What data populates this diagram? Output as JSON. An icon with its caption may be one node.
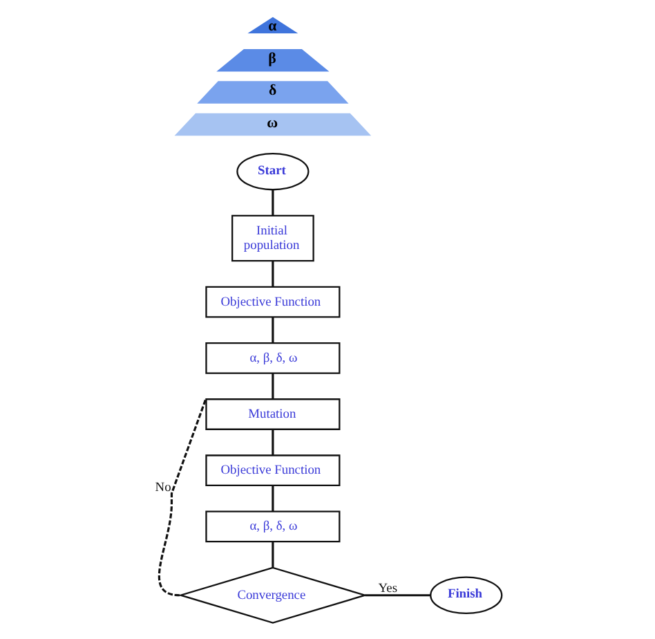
{
  "diagram": {
    "nodes": [
      {
        "text": [
          "α"
        ]
      },
      {
        "text": [
          "β"
        ]
      },
      {
        "text": [
          "δ"
        ]
      },
      {
        "text": [
          "ω"
        ]
      },
      {
        "text": [
          "Start"
        ]
      },
      {
        "text": [
          "Initial population"
        ]
      },
      {
        "text": [
          "Objective Function"
        ]
      },
      {
        "text": [
          "α, β, δ, ω"
        ]
      },
      {
        "text": [
          "Mutation"
        ]
      },
      {
        "text": [
          "Objective Function"
        ]
      },
      {
        "text": [
          "α, β, δ, ω"
        ]
      },
      {
        "text": [
          "Convergence"
        ]
      },
      {
        "text": [
          "Finish"
        ]
      }
    ],
    "edges": [
      {
        "from": 4,
        "to": 5,
        "arrow": "none"
      },
      {
        "from": 5,
        "to": 6,
        "arrow": "none"
      },
      {
        "from": 6,
        "to": 7,
        "arrow": "none"
      },
      {
        "from": 7,
        "to": 8,
        "arrow": "none"
      },
      {
        "from": 8,
        "to": 9,
        "arrow": "none"
      },
      {
        "from": 9,
        "to": 10,
        "arrow": "none"
      },
      {
        "from": 10,
        "to": 11,
        "arrow": "none"
      },
      {
        "from": 11,
        "to": 12,
        "arrow": "none",
        "label": "Yes"
      },
      {
        "from": 11,
        "to": 8,
        "arrow": "none",
        "label": "No",
        "style": "dashed"
      }
    ]
  }
}
